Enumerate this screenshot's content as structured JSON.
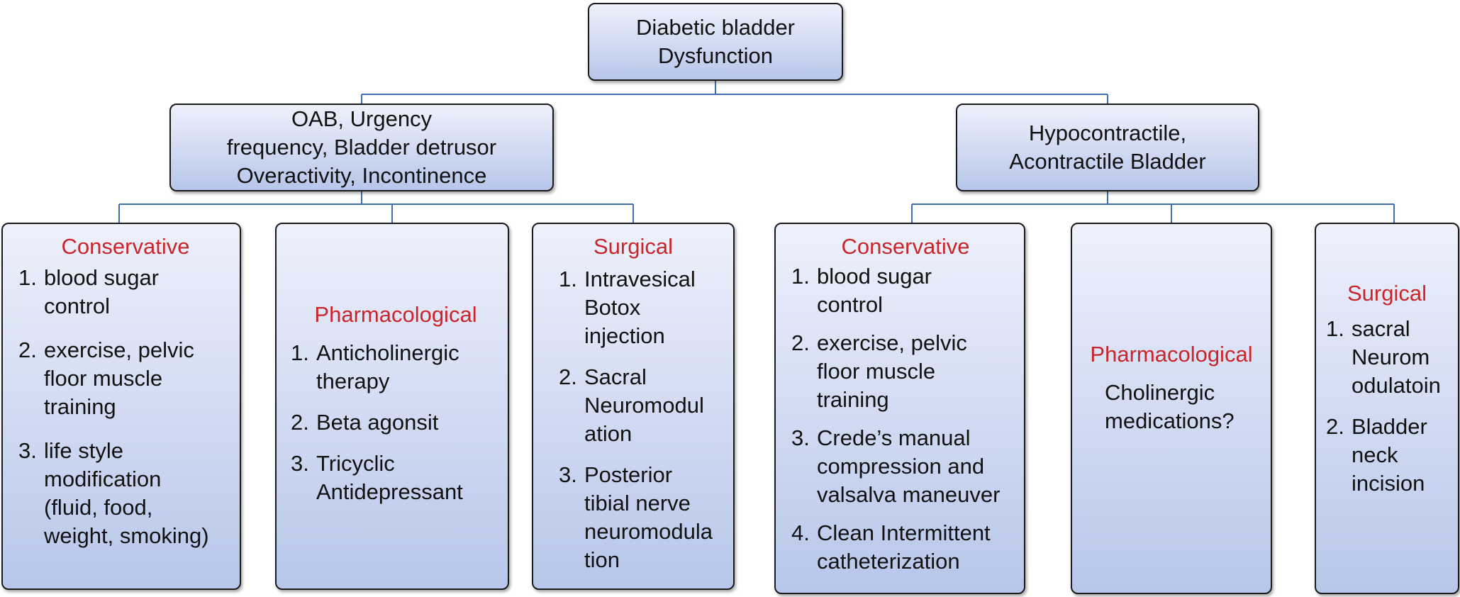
{
  "root": {
    "label": "Diabetic bladder\nDysfunction"
  },
  "left_branch": {
    "label": "OAB, Urgency\nfrequency, Bladder detrusor\nOveractivity, Incontinence",
    "children": [
      {
        "heading": "Conservative",
        "items": [
          "blood sugar\ncontrol",
          "exercise, pelvic\nfloor muscle\ntraining",
          "life style\nmodification\n(fluid, food,\nweight, smoking)"
        ]
      },
      {
        "heading": "Pharmacological",
        "items": [
          "Anticholinergic\ntherapy",
          "Beta agonsit",
          "Tricyclic\nAntidepressant"
        ]
      },
      {
        "heading": "Surgical",
        "items": [
          "Intravesical\nBotox\ninjection",
          "Sacral\nNeuromodul\nation",
          "Posterior\ntibial nerve\nneuromodula\ntion"
        ]
      }
    ]
  },
  "right_branch": {
    "label": "Hypocontractile,\nAcontractile Bladder",
    "children": [
      {
        "heading": "Conservative",
        "items": [
          "blood sugar\ncontrol",
          "exercise, pelvic\nfloor muscle\ntraining",
          "Crede’s manual\ncompression and\nvalsalva maneuver",
          "Clean Intermittent\ncatheterization"
        ]
      },
      {
        "heading": "Pharmacological",
        "text": "Cholinergic\nmedications?"
      },
      {
        "heading": "Surgical",
        "items": [
          "sacral\nNeurom\nodulatoin",
          "Bladder\nneck\nincision"
        ]
      }
    ]
  },
  "colors": {
    "heading": "#c8262b",
    "connector": "#3f6fb0",
    "box_top": "#eef1fb",
    "box_bottom": "#b7c6ea"
  }
}
